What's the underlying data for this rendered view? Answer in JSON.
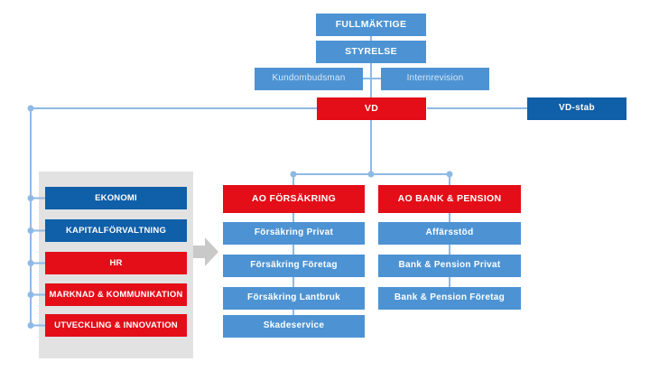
{
  "chart": {
    "governance": {
      "fullmaktige": "FULLMÄKTIGE",
      "styrelse": "STYRELSE",
      "kundombudsman": "Kundombudsman",
      "internrevision": "Internrevision",
      "vd": "VD",
      "vd_stab": "VD-stab"
    },
    "staff_functions": [
      "EKONOMI",
      "KAPITALFÖRVALTNING",
      "HR",
      "MARKNAD & KOMMUNIKATION",
      "UTVECKLING & INNOVATION"
    ],
    "insurance": {
      "header": "AO FÖRSÄKRING",
      "units": [
        "Försäkring Privat",
        "Försäkring Företag",
        "Försäkring Lantbruk",
        "Skadeservice"
      ]
    },
    "bank_pension": {
      "header": "AO BANK & PENSION",
      "units": [
        "Affärsstöd",
        "Bank & Pension Privat",
        "Bank & Pension Företag"
      ]
    }
  },
  "colors": {
    "red": "#E30E18",
    "dark_blue": "#0F5FA9",
    "medium_blue": "#4D93D3",
    "connector_blue": "#8FB9E5",
    "panel_gray": "#E2E2E2",
    "arrow_gray": "#C9C9C9",
    "text_white": "#FFFFFF",
    "text_pale_blue": "#D7E8F8"
  }
}
